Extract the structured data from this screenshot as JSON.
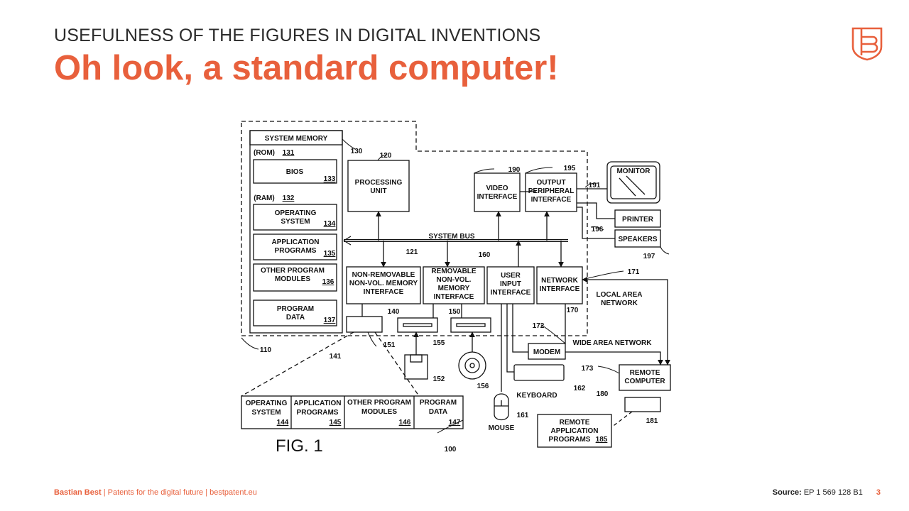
{
  "header": {
    "subtitle": "USEFULNESS OF THE FIGURES IN DIGITAL INVENTIONS",
    "title": "Oh look, a standard computer!"
  },
  "logo": {
    "icon": "shield-logo-icon",
    "color": "#e8603c"
  },
  "figure": {
    "system_memory": "SYSTEM MEMORY",
    "rom": "(ROM)",
    "rom_ref": "131",
    "bios": "BIOS",
    "bios_ref": "133",
    "ram": "(RAM)",
    "ram_ref": "132",
    "os_l1": "OPERATING",
    "os_l2": "SYSTEM",
    "os_ref": "134",
    "app_l1": "APPLICATION",
    "app_l2": "PROGRAMS",
    "app_ref": "135",
    "opm_l1": "OTHER PROGRAM",
    "opm_l2": "MODULES",
    "opm_ref": "136",
    "pd_l1": "PROGRAM",
    "pd_l2": "DATA",
    "pd_ref": "137",
    "ref_130": "130",
    "ref_110": "110",
    "pu_l1": "PROCESSING",
    "pu_l2": "UNIT",
    "pu_ref": "120",
    "vi_l1": "VIDEO",
    "vi_l2": "INTERFACE",
    "vi_ref": "190",
    "opi_l1": "OUTPUT",
    "opi_l2": "PERIPHERAL",
    "opi_l3": "INTERFACE",
    "opi_ref": "195",
    "monitor": "MONITOR",
    "monitor_ref": "191",
    "printer": "PRINTER",
    "printer_ref": "196",
    "speakers": "SPEAKERS",
    "speakers_ref": "197",
    "system_bus": "SYSTEM BUS",
    "bus_ref": "121",
    "nrm_l1": "NON-REMOVABLE",
    "nrm_l2": "NON-VOL. MEMORY",
    "nrm_l3": "INTERFACE",
    "nrm_ref": "140",
    "rm_l1": "REMOVABLE",
    "rm_l2": "NON-VOL.",
    "rm_l3": "MEMORY",
    "rm_l4": "INTERFACE",
    "rm_ref": "150",
    "ui_l1": "USER",
    "ui_l2": "INPUT",
    "ui_l3": "INTERFACE",
    "ui_ref": "160",
    "ni_l1": "NETWORK",
    "ni_l2": "INTERFACE",
    "ni_ref": "170",
    "lan_l1": "LOCAL AREA",
    "lan_l2": "NETWORK",
    "lan_ref": "171",
    "modem": "MODEM",
    "modem_ref": "172",
    "wan": "WIDE AREA NETWORK",
    "wan_ref": "173",
    "rc_l1": "REMOTE",
    "rc_l2": "COMPUTER",
    "rc_ref": "180",
    "rc_disk_ref": "181",
    "rap_l1": "REMOTE",
    "rap_l2": "APPLICATION",
    "rap_l3": "PROGRAMS",
    "rap_ref": "185",
    "keyboard": "KEYBOARD",
    "keyboard_ref": "162",
    "mouse": "MOUSE",
    "mouse_ref": "161",
    "hdd_ref": "141",
    "floppy_drive_ref": "151",
    "floppy_ref": "152",
    "optical_drive_ref": "155",
    "optical_ref": "156",
    "b_os_l1": "OPERATING",
    "b_os_l2": "SYSTEM",
    "b_os_ref": "144",
    "b_app_l1": "APPLICATION",
    "b_app_l2": "PROGRAMS",
    "b_app_ref": "145",
    "b_opm_l1": "OTHER PROGRAM",
    "b_opm_l2": "MODULES",
    "b_opm_ref": "146",
    "b_pd_l1": "PROGRAM",
    "b_pd_l2": "DATA",
    "b_pd_ref": "147",
    "fig_label": "FIG. 1",
    "fig_ref": "100"
  },
  "footer": {
    "name": "Bastian Best",
    "tagline": "Patents for the digital future",
    "website": "bestpatent.eu",
    "source_label": "Source:",
    "source_value": "EP 1 569 128 B1",
    "page_number": "3"
  }
}
